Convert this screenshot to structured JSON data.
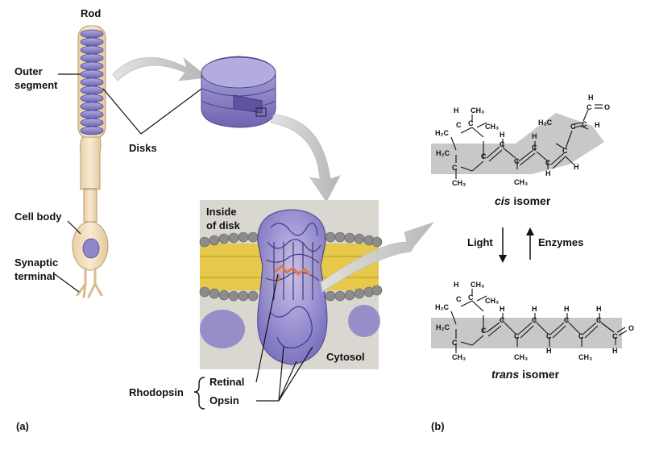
{
  "left_panel": {
    "rod_label": "Rod",
    "outer_segment_label_1": "Outer",
    "outer_segment_label_2": "segment",
    "disks_label": "Disks",
    "cell_body_label": "Cell body",
    "synaptic_label_1": "Synaptic",
    "synaptic_label_2": "terminal",
    "inside_disk_1": "Inside",
    "inside_disk_2": "of disk",
    "cytosol_label": "Cytosol",
    "rhodopsin_label": "Rhodopsin",
    "retinal_label": "Retinal",
    "opsin_label": "Opsin",
    "panel_a": "(a)"
  },
  "right_panel": {
    "cis_italic": "cis",
    "cis_rest": " isomer",
    "trans_italic": "trans",
    "trans_rest": " isomer",
    "light_label": "Light",
    "enzymes_label": "Enzymes",
    "panel_b": "(b)"
  },
  "chem": {
    "H": "H",
    "C": "C",
    "O": "O",
    "H2C": "H₂C",
    "CH3": "CH₃",
    "H3C": "H₃C"
  },
  "colors": {
    "rod": "#f3dfc0",
    "disk": "#8f86cc",
    "membrane_yellow": "#e6c94a",
    "membrane_head": "#8c8c8c",
    "box_bg": "#d9d7d0",
    "band": "#c8c8c8",
    "arrow": "#c9c9c9",
    "retinal": "#e07a4a"
  }
}
